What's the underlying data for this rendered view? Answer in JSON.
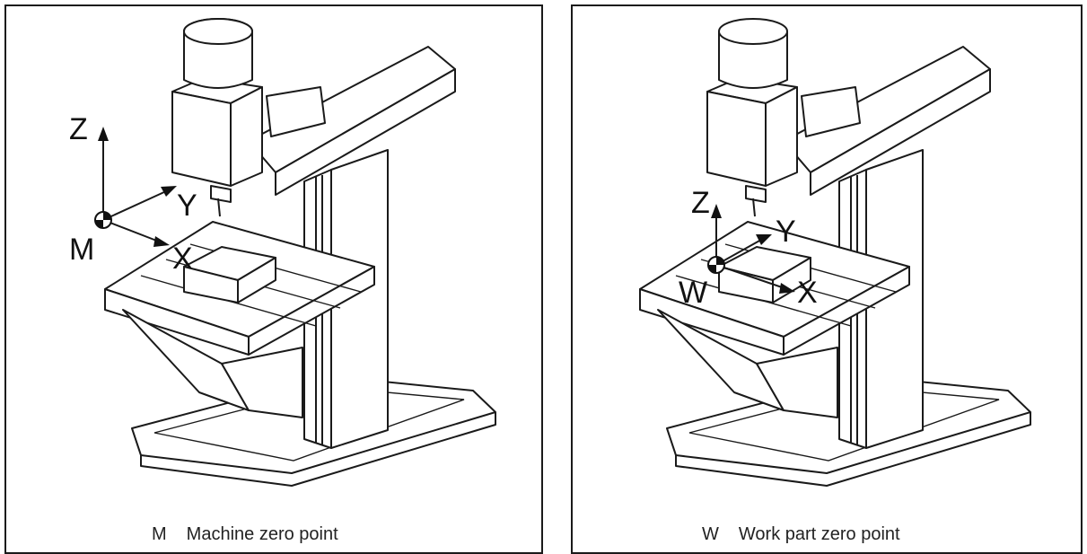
{
  "figures": [
    {
      "id": "machine",
      "point_letter": "M",
      "caption_text": "Machine zero point",
      "axes": {
        "x": "X",
        "y": "Y",
        "z": "Z"
      }
    },
    {
      "id": "work",
      "point_letter": "W",
      "caption_text": "Work part zero point",
      "axes": {
        "x": "X",
        "y": "Y",
        "z": "Z"
      }
    }
  ]
}
